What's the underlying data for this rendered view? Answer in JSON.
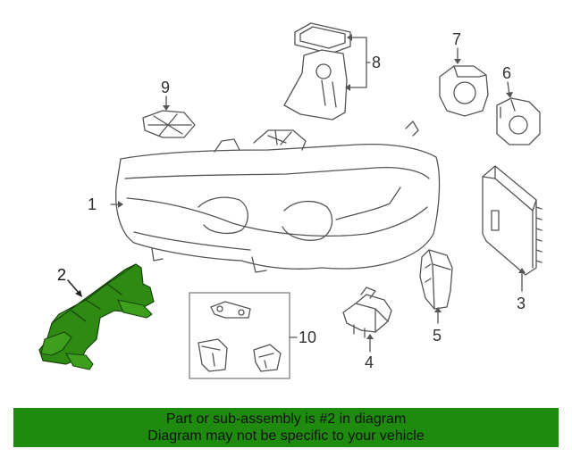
{
  "diagram": {
    "callouts": {
      "c1": "1",
      "c2": "2",
      "c3": "3",
      "c4": "4",
      "c5": "5",
      "c6": "6",
      "c7": "7",
      "c8": "8",
      "c9": "9",
      "c10": "10"
    },
    "highlighted_part": "2",
    "highlight_color": "#2f8a14"
  },
  "banner": {
    "line1": "Part or sub-assembly is #2 in diagram",
    "line2": "Diagram may not be specific to your vehicle",
    "background": "#1e8a0e"
  }
}
